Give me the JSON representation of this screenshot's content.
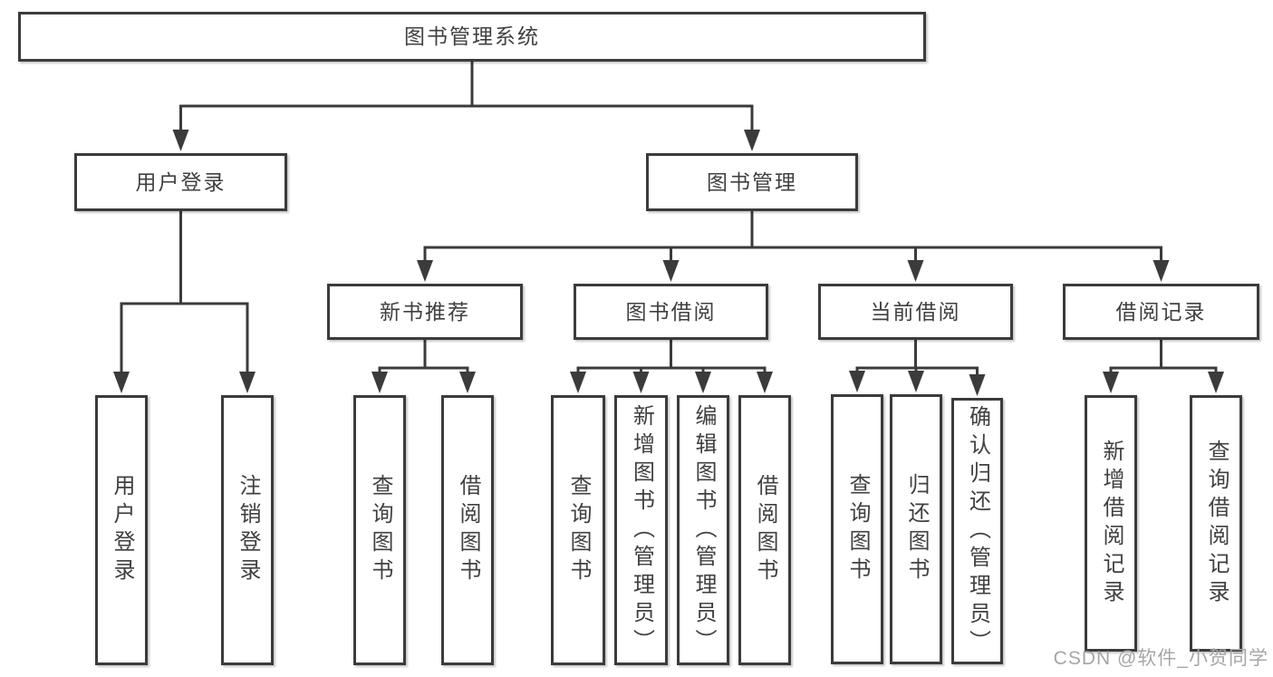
{
  "diagram": {
    "title": "图书管理系统",
    "watermark": "CSDN @软件_小贺同学",
    "colors": {
      "line": "#3b3b3b",
      "text": "#404040",
      "background": "#ffffff",
      "watermark": "#a6a6a6"
    },
    "nodes": [
      {
        "id": "root",
        "label": "图书管理系统",
        "parent": null
      },
      {
        "id": "user-login",
        "label": "用户登录",
        "parent": "root"
      },
      {
        "id": "book-mgmt",
        "label": "图书管理",
        "parent": "root"
      },
      {
        "id": "new-book-rec",
        "label": "新书推荐",
        "parent": "book-mgmt"
      },
      {
        "id": "book-borrow",
        "label": "图书借阅",
        "parent": "book-mgmt"
      },
      {
        "id": "current-borrow",
        "label": "当前借阅",
        "parent": "book-mgmt"
      },
      {
        "id": "borrow-records",
        "label": "借阅记录",
        "parent": "book-mgmt"
      },
      {
        "id": "ul-login",
        "label": "用户登录",
        "parent": "user-login"
      },
      {
        "id": "ul-logout",
        "label": "注销登录",
        "parent": "user-login"
      },
      {
        "id": "nb-query",
        "label": "查询图书",
        "parent": "new-book-rec"
      },
      {
        "id": "nb-borrow",
        "label": "借阅图书",
        "parent": "new-book-rec"
      },
      {
        "id": "bb-query",
        "label": "查询图书",
        "parent": "book-borrow"
      },
      {
        "id": "bb-add",
        "label": "新增图书（管理员）",
        "parent": "book-borrow"
      },
      {
        "id": "bb-edit",
        "label": "编辑图书（管理员）",
        "parent": "book-borrow"
      },
      {
        "id": "bb-borrow",
        "label": "借阅图书",
        "parent": "book-borrow"
      },
      {
        "id": "cb-query",
        "label": "查询图书",
        "parent": "current-borrow"
      },
      {
        "id": "cb-return",
        "label": "归还图书",
        "parent": "current-borrow"
      },
      {
        "id": "cb-confirm",
        "label": "确认归还（管理员）",
        "parent": "current-borrow"
      },
      {
        "id": "br-add",
        "label": "新增借阅记录",
        "parent": "borrow-records"
      },
      {
        "id": "br-query",
        "label": "查询借阅记录",
        "parent": "borrow-records"
      }
    ]
  }
}
